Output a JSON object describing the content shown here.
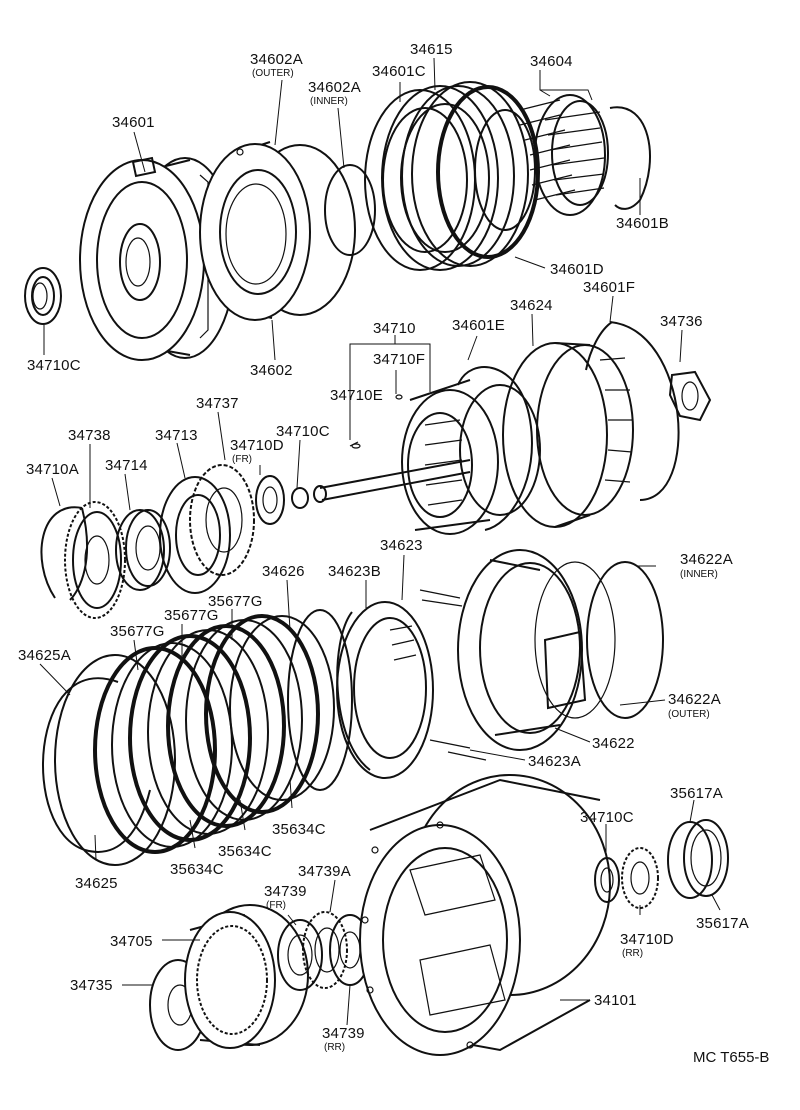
{
  "diagram_code": "MC T655-B",
  "labels": {
    "p34601": "34601",
    "p34602A_outer": "34602A",
    "p34602A_outer_note": "(OUTER)",
    "p34602A_inner": "34602A",
    "p34602A_inner_note": "(INNER)",
    "p34601C": "34601C",
    "p34615": "34615",
    "p34604": "34604",
    "p34601B": "34601B",
    "p34601D": "34601D",
    "p34710C_top": "34710C",
    "p34602": "34602",
    "p34710": "34710",
    "p34601E": "34601E",
    "p34624": "34624",
    "p34601F": "34601F",
    "p34736": "34736",
    "p34710F": "34710F",
    "p34710E": "34710E",
    "p34737": "34737",
    "p34738": "34738",
    "p34713": "34713",
    "p34710D_fr": "34710D",
    "p34710D_fr_note": "(FR)",
    "p34710C_mid": "34710C",
    "p34710A": "34710A",
    "p34714": "34714",
    "p34623": "34623",
    "p34622A_inner": "34622A",
    "p34622A_inner_note": "(INNER)",
    "p34626": "34626",
    "p34623B": "34623B",
    "p35677G_a": "35677G",
    "p35677G_b": "35677G",
    "p35677G_c": "35677G",
    "p34625A": "34625A",
    "p34622A_outer": "34622A",
    "p34622A_outer_note": "(OUTER)",
    "p34622": "34622",
    "p34623A": "34623A",
    "p35617A_top": "35617A",
    "p34710C_bot": "34710C",
    "p35634C_a": "35634C",
    "p35634C_b": "35634C",
    "p35634C_c": "35634C",
    "p34625": "34625",
    "p34739A": "34739A",
    "p34739_fr": "34739",
    "p34739_fr_note": "(FR)",
    "p34705": "34705",
    "p34710D_rr": "34710D",
    "p34710D_rr_note": "(RR)",
    "p35617A_bot": "35617A",
    "p34735": "34735",
    "p34101": "34101",
    "p34739_rr": "34739",
    "p34739_rr_note": "(RR)"
  }
}
